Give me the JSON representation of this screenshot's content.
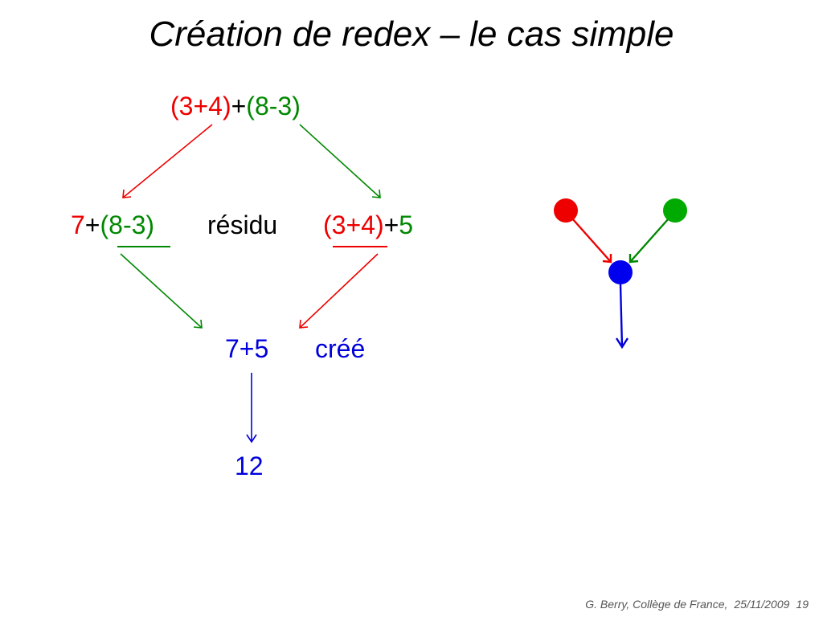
{
  "slide": {
    "title": "Création de redex – le cas simple",
    "colors": {
      "red": "#ee0000",
      "green": "#008800",
      "blue": "#0000dd"
    }
  },
  "expressions": {
    "top": {
      "left": "(3+4)",
      "op": "+",
      "right": "(8-3)"
    },
    "left_result": {
      "value": "7",
      "op": "+",
      "residual": "(8-3)"
    },
    "residu_label": "résidu",
    "right_result": {
      "residual": "(3+4)",
      "op": "+",
      "value": "5"
    },
    "created": "7+5",
    "created_label": "créé",
    "final": "12"
  },
  "graph": {
    "nodes": [
      {
        "name": "red-node",
        "color": "red"
      },
      {
        "name": "green-node",
        "color": "green"
      },
      {
        "name": "blue-node",
        "color": "blue"
      }
    ]
  },
  "footer": {
    "author": "G. Berry, Collège de France,",
    "date": "25/11/2009",
    "page": "19"
  }
}
